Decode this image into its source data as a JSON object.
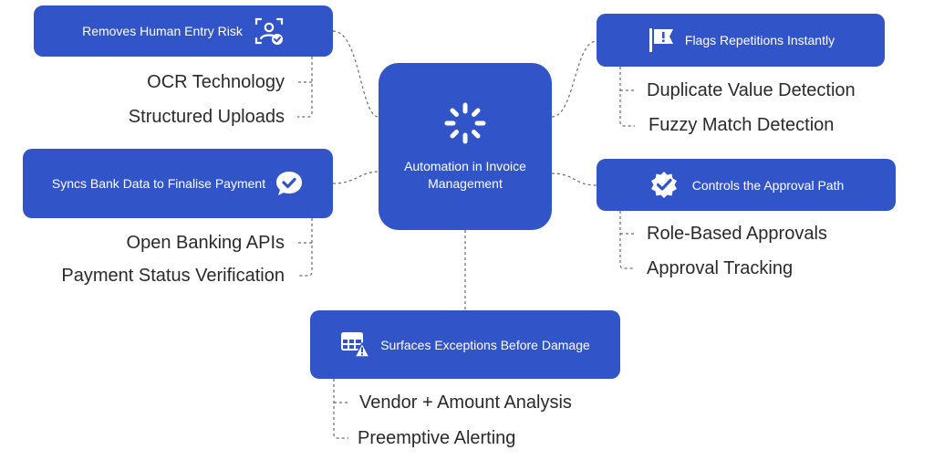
{
  "center": {
    "label": "Automation in Invoice Management",
    "icon": "loader-icon"
  },
  "branches": {
    "entry_risk": {
      "title": "Removes Human Entry Risk",
      "icon": "user-verified-icon",
      "items": [
        "OCR Technology",
        "Structured Uploads"
      ]
    },
    "bank_data": {
      "title": "Syncs Bank Data to Finalise Payment",
      "icon": "check-badge-icon",
      "items": [
        "Open Banking APIs",
        "Payment Status Verification"
      ]
    },
    "repetitions": {
      "title": "Flags Repetitions Instantly",
      "icon": "flag-alert-icon",
      "items": [
        "Duplicate Value Detection",
        "Fuzzy Match Detection"
      ]
    },
    "approval": {
      "title": "Controls the Approval Path",
      "icon": "approval-badge-icon",
      "items": [
        "Role-Based Approvals",
        "Approval Tracking"
      ]
    },
    "exceptions": {
      "title": "Surfaces Exceptions Before Damage",
      "icon": "table-warning-icon",
      "items": [
        "Vendor + Amount Analysis",
        "Preemptive Alerting"
      ]
    }
  },
  "colors": {
    "node_fill": "#3155c9",
    "node_text": "#ffffff",
    "connector": "#6b6b6b",
    "item_text": "#2a2a2a"
  }
}
